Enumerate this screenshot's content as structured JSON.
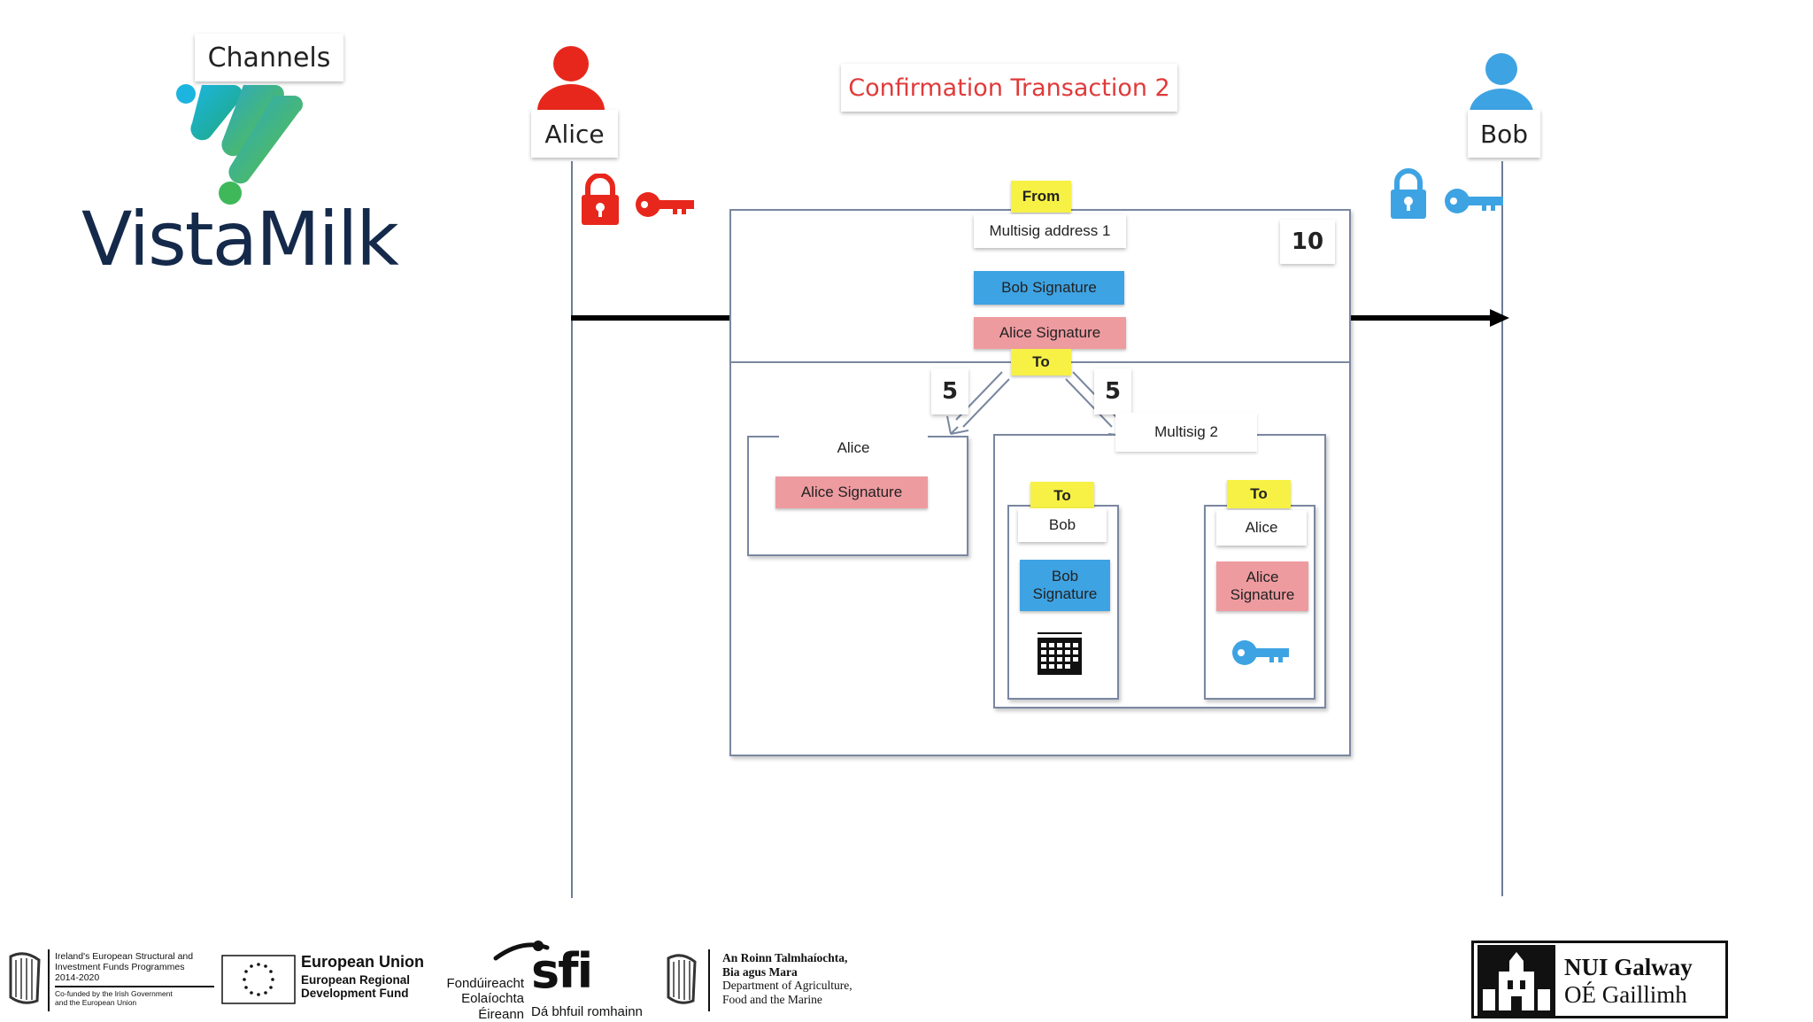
{
  "header": {
    "section_label": "Channels",
    "logo_text": "VistaMilk",
    "slide_title": "Confirmation Transaction 2"
  },
  "actors": {
    "left": {
      "name": "Alice",
      "color": "#e8271c"
    },
    "right": {
      "name": "Bob",
      "color": "#3ea3e3"
    }
  },
  "transaction": {
    "from_tag": "From",
    "from_address": "Multisig address 1",
    "amount": "10",
    "signatures": [
      "Bob Signature",
      "Alice Signature"
    ],
    "to_tag": "To",
    "left_amount": "5",
    "right_amount": "5",
    "alice_output": {
      "label": "Alice",
      "signature": "Alice Signature"
    },
    "multisig2": {
      "label": "Multisig 2",
      "bob_branch": {
        "tag": "To",
        "label": "Bob",
        "signature": "Bob Signature"
      },
      "alice_branch": {
        "tag": "To",
        "label": "Alice",
        "signature": "Alice Signature"
      }
    }
  },
  "colors": {
    "alice_red": "#e8271c",
    "bob_blue": "#3ea3e3",
    "sig_pink": "#ee9ba0",
    "tag_yellow": "#f7f145",
    "title_red": "#e03a3a"
  },
  "footer": {
    "esif": [
      "Ireland's European Structural and",
      "Investment Funds Programmes",
      "2014-2020",
      "Co-funded by the Irish Government",
      "and the European Union"
    ],
    "eu": [
      "European Union",
      "European Regional",
      "Development Fund"
    ],
    "sfi": [
      "Fondúireacht",
      "Eolaíochta",
      "Éireann",
      "Dá bhfuil romhainn"
    ],
    "sfi_logo": "sfi",
    "dafm": [
      "An Roinn Talmhaíochta,",
      "Bia agus Mara",
      "Department of Agriculture,",
      "Food and the Marine"
    ],
    "nui": [
      "NUI Galway",
      "OÉ Gaillimh"
    ]
  }
}
